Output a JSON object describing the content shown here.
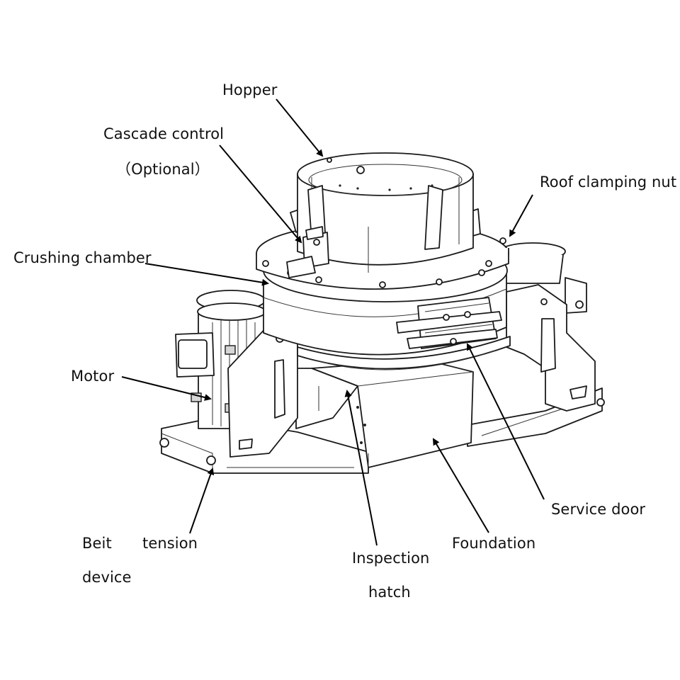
{
  "labels": {
    "hopper": "Hopper",
    "cascade_control": "Cascade control",
    "optional": "（Optional）",
    "roof_clamping_nut": "Roof clamping nut",
    "crushing_chamber": "Crushing chamber",
    "motor": "Motor",
    "service_door": "Service door",
    "belt_1": "Beit",
    "belt_2": "device",
    "tension": "tension",
    "inspection_1": "Inspection",
    "inspection_2": "hatch",
    "foundation": "Foundation"
  },
  "colors": {
    "line": "#1a1a1a",
    "fill": "#ffffff",
    "shade": "#d6d6d6"
  }
}
